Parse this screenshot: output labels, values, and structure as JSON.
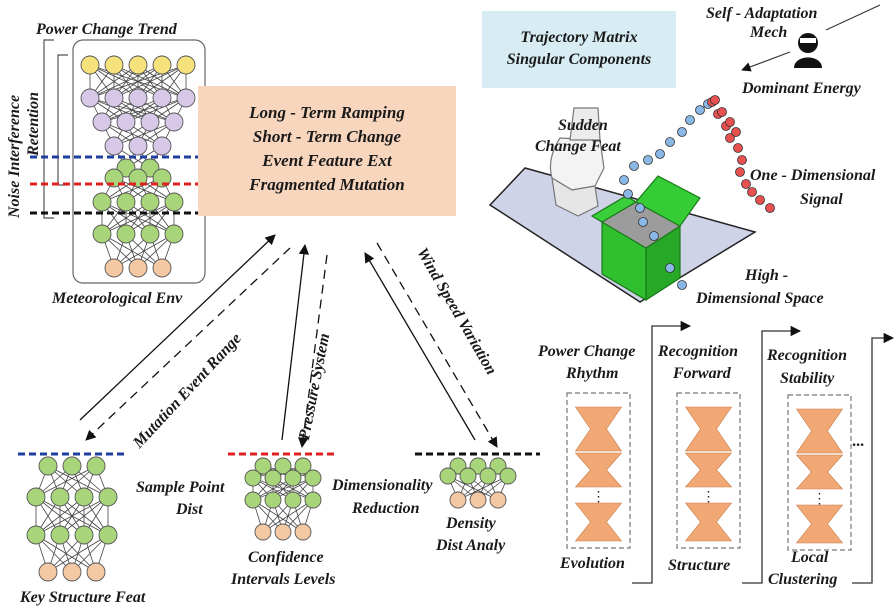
{
  "top_left": {
    "title": "Power Change Trend",
    "side_outer": "Noise Interference",
    "side_inner": "Retention",
    "bottom_label": "Meteorological Env"
  },
  "center_box": {
    "lines": [
      "Long - Term Ramping",
      "Short - Term Change",
      "Event Feature Ext",
      "Fragmented Mutation"
    ]
  },
  "right_top": {
    "box_lines": [
      "Trajectory Matrix",
      "Singular Components"
    ],
    "self_adaptation": [
      "Self - Adaptation",
      "Mech"
    ],
    "dominant_energy": "Dominant Energy",
    "sudden_change": [
      "Sudden",
      "Change Feat"
    ],
    "one_dim": [
      "One - Dimensional",
      "Signal"
    ],
    "high_dim": [
      "High -",
      "Dimensional Space"
    ]
  },
  "arrows": {
    "mutation": "Mutation Event Range",
    "pressure": "Pressure System",
    "wind": "Wind Speed Variation"
  },
  "bottom_nets": {
    "left_bottom": "Key Structure Feat",
    "left_side": [
      "Sample Point",
      "Dist"
    ],
    "mid_bottom": [
      "Confidence",
      "Intervals Levels"
    ],
    "mid_side": [
      "Dimensionality",
      "Reduction"
    ],
    "right_bottom": [
      "Density",
      "Dist Analy"
    ]
  },
  "pipeline": {
    "col1_top": [
      "Power Change",
      "Rhythm"
    ],
    "col1_bottom": "Evolution",
    "col2_top": [
      "Recognition",
      "Forward"
    ],
    "col2_bottom": "Structure",
    "col3_top": [
      "Recognition",
      "Stability"
    ],
    "col3_bottom": [
      "Local",
      "Clustering"
    ],
    "dots": "···",
    "ellipsis": "⋮"
  },
  "colors": {
    "node_yellow": "#f6e27a",
    "node_purple": "#d8c8e8",
    "node_green": "#a8d47a",
    "node_peach": "#f5c8a4",
    "line_blue": "#1f3fa0",
    "line_red": "#e02020",
    "line_black": "#111111",
    "orange_box": "#f8d6bd",
    "blue_box": "#d7edf3",
    "hourglass": "#f2a874",
    "dot_red": "#e85050",
    "dot_blue": "#8ab8e6",
    "green_box": "#2fbf2f"
  }
}
